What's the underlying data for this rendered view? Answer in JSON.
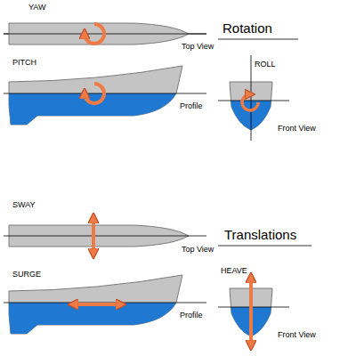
{
  "diagram": {
    "labels": [
      "YAW",
      "Rotation",
      "Top View",
      "PITCH",
      "ROLL",
      "Profile",
      "Front View",
      "SWAY",
      "Translations",
      "Top View",
      "SURGE",
      "HEAVE",
      "Profile",
      "Front View"
    ]
  }
}
